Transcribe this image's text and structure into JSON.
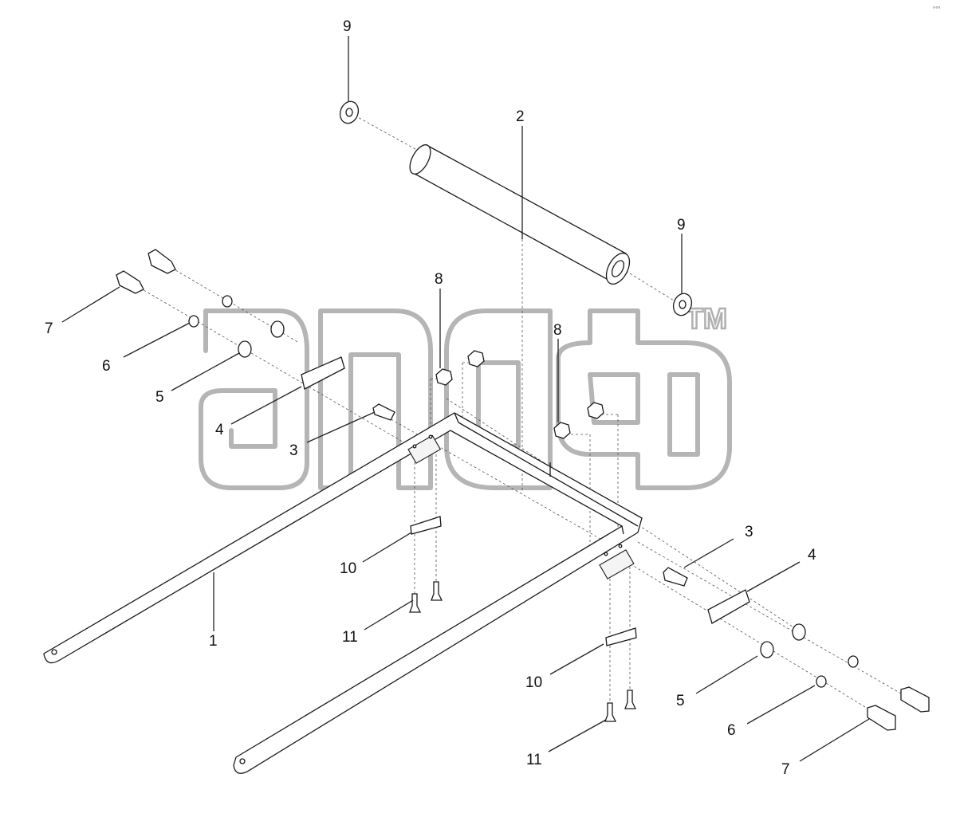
{
  "callouts": [
    {
      "id": "c9a",
      "text": "9"
    },
    {
      "id": "c2",
      "text": "2"
    },
    {
      "id": "c9b",
      "text": "9"
    },
    {
      "id": "c8a",
      "text": "8"
    },
    {
      "id": "c8b",
      "text": "8"
    },
    {
      "id": "c7a",
      "text": "7"
    },
    {
      "id": "c6a",
      "text": "6"
    },
    {
      "id": "c5a",
      "text": "5"
    },
    {
      "id": "c4a",
      "text": "4"
    },
    {
      "id": "c3a",
      "text": "3"
    },
    {
      "id": "c3b",
      "text": "3"
    },
    {
      "id": "c4b",
      "text": "4"
    },
    {
      "id": "c10a",
      "text": "10"
    },
    {
      "id": "c11a",
      "text": "11"
    },
    {
      "id": "c1",
      "text": "1"
    },
    {
      "id": "c10b",
      "text": "10"
    },
    {
      "id": "c11b",
      "text": "11"
    },
    {
      "id": "c5b",
      "text": "5"
    },
    {
      "id": "c6b",
      "text": "6"
    },
    {
      "id": "c7b",
      "text": "7"
    }
  ],
  "watermark": {
    "tm": "TM"
  },
  "corner_mark": "°°°"
}
